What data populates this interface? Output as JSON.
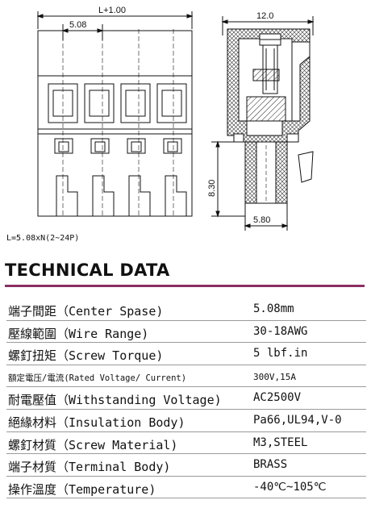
{
  "drawing": {
    "dim_total": "L+1.00",
    "dim_pitch": "5.08",
    "dim_width": "12.0",
    "dim_height": "8.30",
    "dim_base": "5.80",
    "formula": "L=5.08xN(2~24P)"
  },
  "section": {
    "title": "TECHNICAL DATA"
  },
  "specs": [
    {
      "label": "端子間距（Center Spase)",
      "value": "5.08mm"
    },
    {
      "label": "壓線範圍（Wire Range)",
      "value": "30-18AWG"
    },
    {
      "label": "螺釘扭矩（Screw Torque)",
      "value": "5 lbf.in"
    },
    {
      "label": "額定電压/電流(Rated Voltage/ Current)",
      "value": "300V,15A"
    },
    {
      "label": "耐電壓值（Withstanding Voltage)",
      "value": "AC2500V"
    },
    {
      "label": "絕緣材料（Insulation Body)",
      "value": "Pa66,UL94,V-0"
    },
    {
      "label": "螺釘材質（Screw Material)",
      "value": "M3,STEEL"
    },
    {
      "label": "端子材質（Terminal Body)",
      "value": "BRASS"
    },
    {
      "label": "操作溫度（Temperature)",
      "value": "-40℃~105℃"
    }
  ]
}
